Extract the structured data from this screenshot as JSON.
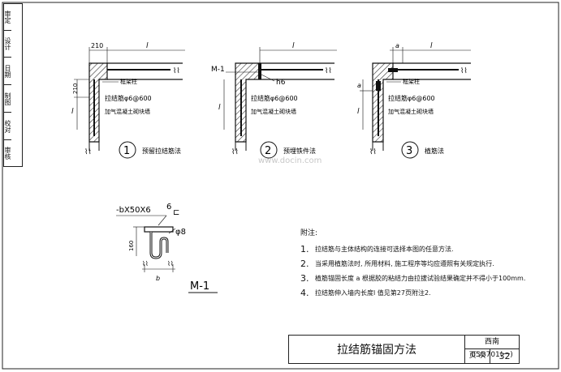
{
  "sidebar": {
    "cells": [
      "审定",
      "设计",
      "日期",
      "制图",
      "校对",
      "审核"
    ]
  },
  "details": [
    {
      "number": "1",
      "caption": "预留拉结筋法",
      "dim_top": "210",
      "dim_l_top": "l",
      "dim_side": "210",
      "dim_l_side": "l",
      "label_column": "框架柱",
      "label_bar": "拉结筋φ6@600",
      "label_wall": "加气混凝土砌块墙"
    },
    {
      "number": "2",
      "caption": "预埋铁件法",
      "tag": "M-1",
      "dim_l_top": "l",
      "dim_l_side": "l",
      "label_weld": "h6",
      "label_bar": "拉结筋φ6@600",
      "label_wall": "加气混凝土砌块墙"
    },
    {
      "number": "3",
      "caption": "植筋法",
      "dim_a_top": "a",
      "dim_l_top": "l",
      "dim_a_side": "a",
      "dim_l_side": "l",
      "label_column": "框架柱",
      "label_bar": "拉结筋φ6@600",
      "label_wall": "加气混凝土砌块墙"
    }
  ],
  "m1": {
    "plate": "-bX50X6",
    "weld": "6",
    "height": "160",
    "bar": "φ8",
    "width": "b",
    "title": "M-1"
  },
  "notes": {
    "title": "附注:",
    "items": [
      {
        "num": "1.",
        "text": "拉结筋与主体结构的连接可选择本图的任意方法."
      },
      {
        "num": "2.",
        "text": "当采用植筋法时, 所用材料, 施工程序等均应遵照有关规定执行."
      },
      {
        "num": "3.",
        "text": "植筋锚固长度 a  根据胶的粘结力由拉拔试验结果确定并不得小于100mm."
      },
      {
        "num": "4.",
        "text": "拉结筋伸入墙内长度l 值见第27页附注2."
      }
    ]
  },
  "title_block": {
    "title": "拉结筋锚固方法",
    "code": "西南05G701(一)",
    "page_label": "页 次",
    "page": "32"
  },
  "watermark": "www.docin.com"
}
